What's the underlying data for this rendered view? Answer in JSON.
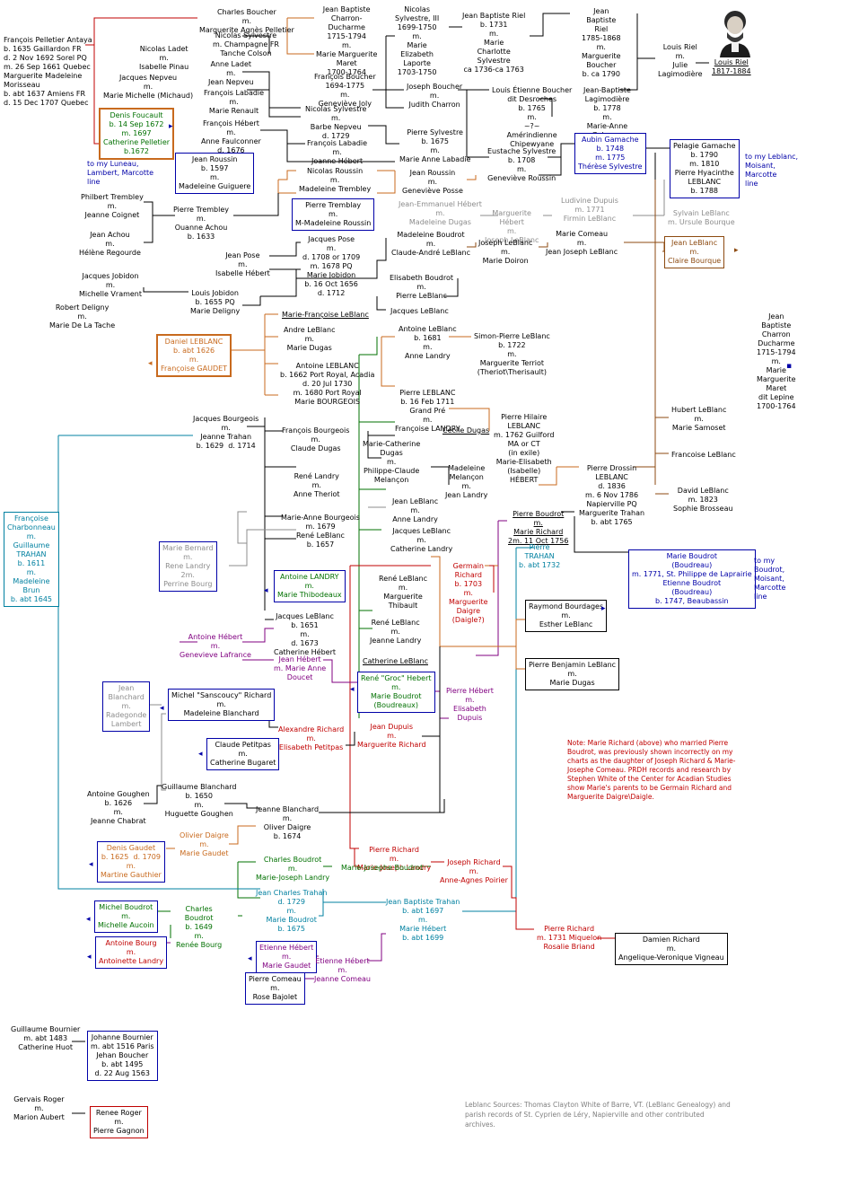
{
  "notes": {
    "richard_note": "Note: Marie Richard (above) who married Pierre Boudrot, was previously shown incorrectly on my charts as the daughter of Joseph Richard & Marie-Josephe Comeau. PRDH records and research by Stephen White of the Center for Acadian Studies show Marie's parents to be Germain Richard and Marguerite Daigre\\Daigle.",
    "sources": "Leblanc Sources: Thomas Clayton White of Barre, VT. (LeBlanc Genealogy) and parish records of St. Cyprien de Léry, Napierville and other contributed archives."
  },
  "colors": {
    "black": "#000000",
    "green": "#007000",
    "blue": "#0000a8",
    "teal": "#0080a0",
    "red": "#c00000",
    "orange": "#c86a1e",
    "purple": "#800080",
    "gray": "#8c8c8c",
    "brown": "#8c4a10"
  },
  "people": {
    "pelletier": "François Pelletier Antaya\nb. 1635 Gaillardon FR\nd. 2 Nov 1692 Sorel PQ\nm. 26 Sep 1661 Quebec\nMarguerite Madeleine\nMorisseau\nb. abt 1637 Amiens FR\nd. 15 Dec 1707 Quebec",
    "foucault": "Denis Foucault\nb. 14 Sep 1672\nm. 1697\nCatherine Pelletier\nb.1672",
    "charles_boucher": "Charles Boucher\nm.\nMarguerite Agnès Pelletier",
    "jb_charron": "Jean Baptiste\nCharron-\nDucharme\n1715-1794\nm.\nMarie Marguerite\nMaret\n1700-1764",
    "nicolas_sylvestre_iii": "Nicolas\nSylvestre, III\n1699-1750\nm.\nMarie\nElizabeth\nLaporte\n1703-1750",
    "jb_riel_1731": "Jean Baptiste Riel\nb. 1731\nm.\nMarie\nCharlotte\nSylvestre\nca 1736-ca 1763",
    "jb_riel_1785": "Jean\nBaptiste\nRiel\n1785-1868\nm.\nMarguerite\nBoucher\nb. ca 1790",
    "louis_riel_sr": "Louis Riel\nm.\nJulie\nLagimodière",
    "louis_riel": "Louis Riel\n1817-1884",
    "ns_champagne": "Nicolas Sylvestre\nm. Champagne FR\nTanche Colson",
    "nicolas_ladet": "Nicolas Ladet\nm.\nIsabelle Pinau",
    "anne_ladet": "Anne Ladet\nm.\nJean Nepveu",
    "francois_boucher": "François Boucher\n1694-1775\nm.\nGeneviève Joly",
    "joseph_boucher": "Joseph Boucher\nm.\nJudith Charron",
    "louis_etienne_boucher": "Louis Étienne Boucher\ndit Desroches\nb. 1765\nm.\n~?~\nAmérindienne\nChipewyane",
    "jb_lagimodiere": "Jean-Baptiste\nLagimodière\nb. 1778\nm.\nMarie-Anne\nGaboury",
    "jacques_nepveu": "Jacques Nepveu\nm.\nMarie Michelle (Michaud)",
    "francois_labadie": "François Labadie\nm.\nMarie Renault",
    "nicolas_sylvestre_barbe": "Nicolas Sylvestre\nm.\nBarbe Nepveu\nd. 1729",
    "francois_hebert": "François Hébert\nm.\nAnne Faulconner\nd. 1676",
    "francois_labadie2": "François Labadie\nm.\nJoanne Hébert",
    "pierre_sylvestre": "Pierre Sylvestre\nb. 1675\nm.\nMarie Anne Labadie",
    "eustache_sylvestre": "Eustache Sylvestre\nb. 1708\nm.\nGeneviève Roussin",
    "aubin_gamache": "Aubin Gamache\nb. 1748\nm. 1775\nThérèse Sylvestre",
    "pelagie_gamache": "Pelagie Gamache\nb. 1790\nm. 1810\nPierre Hyacinthe\nLEBLANC\nb. 1788",
    "my_leblanc": "to my Leblanc,\nMoisant,\nMarcotte\nline",
    "my_luneau": "to my Luneau,\nLambert, Marcotte\nline",
    "jean_roussin": "Jean Roussin\nb. 1597\nm.\nMadeleine Guiguere",
    "nicolas_roussin": "Nicolas Roussin\nm.\nMadeleine Trembley",
    "jean_roussin2": "Jean Roussin\nm.\nGeneviève Posse",
    "philbert_trembley": "Philbert Trembley\nm.\nJeanne Coignet",
    "pierre_trembley": "Pierre Trembley\nm.\nOuanne Achou\nb. 1633",
    "pierre_trembley2": "Pierre Tremblay\nm.\nM-Madeleine Roussin",
    "jean_achou": "Jean Achou\nm.\nHélène Regourde",
    "jean_emmanuel_hebert": "Jean-Emmanuel Hébert\nm.\nMadeleine Dugas",
    "marguerite_hebert": "Marguerite\nHébert\nm.\nJoseph LeBlanc",
    "ludivine_dupuis": "Ludivine Dupuis\nm. 1771\nFirmin LeBlanc",
    "sylvain_leblanc": "Sylvain LeBlanc\nm. Ursule Bourque",
    "jacques_pose": "Jacques Pose\nm.\nd. 1708 or 1709\nm. 1678 PQ\nMarie Jobidon\nb. 16 Oct 1656\nd. 1712",
    "madeleine_boudrot": "Madeleine Boudrot\nm.\nClaude-André LeBlanc",
    "joseph_leblanc": "Joseph LeBlanc\nm.\nMarie Doiron",
    "marie_comeau": "Marie Comeau\nm.\nJean Joseph LeBlanc",
    "jean_leblanc_claire": "Jean LeBlanc\nm.\nClaire Bourque",
    "jean_pose": "Jean Pose\nm.\nIsabelle Hébert",
    "jacques_jobidon": "Jacques Jobidon\nm.\nMichelle Vrament",
    "louis_jobidon": "Louis Jobidon\nb. 1655 PQ\nMarie Deligny",
    "robert_deligny": "Robert Deligny\nm.\nMarie De La Tache",
    "elisabeth_boudrot": "Elisabeth Boudrot\nm.\nPierre LeBlanc",
    "jacques_leblanc": "Jacques LeBlanc",
    "marie_francoise_leblanc": "Marie-Françoise LeBlanc",
    "andre_leblanc": "Andre LeBlanc\nm.\nMarie Dugas",
    "daniel_leblanc": "Daniel LEBLANC\nb. abt 1626\nm.\nFrançoise GAUDET",
    "antoine_leblanc": "Antoine LEBLANC\nb. 1662 Port Royal, Acadia\nd. 20 Jul 1730\nm. 1680 Port Royal\nMarie BOURGEOIS",
    "antoine_leblanc_1681": "Antoine LeBlanc\nb. 1681\nm.\nAnne Landry",
    "simon_pierre_leblanc": "Simon-Pierre LeBlanc\nb. 1722\nm.\nMarguerite Terriot\n(Theriot\\Therisault)",
    "pierre_leblanc_1711": "Pierre LEBLANC\nb. 16 Feb 1711\nGrand Pré\nm.\nFrançoise LANDRY",
    "pierre_hilaire": "Pierre Hilaire\nLEBLANC\nm. 1762 Guilford\nMA or CT\n(in exile)\nMarie-Elisabeth\n(Isabelle)\nHÉBERT",
    "jean_baptiste_charron_right": "Jean\nBaptiste\nCharron\nDucharme\n1715-1794\nm.\nMarie\nMarguerite\nMaret\ndit Lepine\n1700-1764",
    "hubert_leblanc": "Hubert LeBlanc\nm.\nMarie Samoset",
    "francoise_leblanc": "Francoise LeBlanc",
    "david_leblanc": "David LeBlanc\nm. 1823\nSophie Brosseau",
    "pierre_drossin": "Pierre Drossin\nLEBLANC\nd. 1836\nm. 6 Nov 1786\nNapierville PQ\nMarguerite Trahan\nb. abt 1765",
    "jacques_bourgeois": "Jacques Bourgeois\nm.\nJeanne Trahan\nb. 1629  d. 1714",
    "francois_bourgeois": "François Bourgeois\nm.\nClaude Dugas",
    "cecile_dugas": "Cécile Dugas",
    "marie_catherine_dugas": "Marie-Catherine\nDugas\nm.\nPhilippe-Claude\nMelançon",
    "madeleine_melancon": "Madeleine\nMelançon\nm.\nJean Landry",
    "francoise_charbonneau": "Françoise\nCharbonneau\nm.\nGuillaume\nTRAHAN\nb. 1611\nm.\nMadeleine\nBrun\nb. abt 1645",
    "rene_landry": "René Landry\nm.\nAnne Theriot",
    "jean_leblanc_anne": "Jean LeBlanc\nm.\nAnne Landry",
    "marie_anne_bourgeois": "Marie-Anne Bourgeois\nm. 1679\nRené LeBlanc\nb. 1657",
    "jacques_leblanc_catherine": "Jacques LeBlanc\nm.\nCatherine Landry",
    "pierre_boudrot": "Pierre Boudrot\nm.\nMarie Richard\n2m. 11 Oct 1756",
    "pierre_trahan": "Pierre\nTRAHAN\nb. abt 1732",
    "marie_boudrot_right": "Marie Boudrot\n(Boudreau)\nm. 1771, St. Philippe de Laprairie\nEtienne Boudrot\n(Boudreau)\nb. 1747, Beaubassin",
    "my_boudrot": "to my\nBoudrot,\nMoisant,\nMarcotte\nline",
    "marie_bernard": "Marie Bernard\nm.\nRene Landry\n2m.\nPerrine Bourg",
    "antoine_landry": "Antoine LANDRY\nm.\nMarie Thibodeaux",
    "rene_leblanc_thibault": "René LeBlanc\nm.\nMarguerite\nThibault",
    "germain_richard": "Germain\nRichard\nb. 1703\nm.\nMarguerite\nDaigre\n(Daigle?)",
    "raymond_bourdages": "Raymond Bourdages\nm.\nEsther LeBlanc",
    "jacques_leblanc_1651": "Jacques LeBlanc\nb. 1651\nm.\nd. 1673\nCatherine Hébert",
    "rene_leblanc_jeanne": "René LeBlanc\nm.\nJeanne Landry",
    "catherine_leblanc": "Catherine LeBlanc",
    "pierre_benjamin": "Pierre Benjamin LeBlanc\nm.\nMarie Dugas",
    "antoine_hebert": "Antoine Hébert\nm.\nGenevieve Lafrance",
    "jean_hebert": "Jean Hébert\nm. Marie Anne\nDoucet",
    "rene_groc_hebert": "René \"Groc\" Hebert\nm.\nMarie Boudrot\n(Boudreaux)",
    "pierre_hebert": "Pierre Hébert\nm.\nElisabeth\nDupuis",
    "jean_blanchard": "Jean\nBlanchard\nm.\nRadegonde\nLambert",
    "michel_richard": "Michel \"Sanscoucy\" Richard\nm.\nMadeleine Blanchard",
    "alexandre_richard": "Alexandre Richard\nm.\nElisabeth Petitpas",
    "jean_dupuis": "Jean Dupuis\nm.\nMarguerite Richard",
    "claude_petitpas": "Claude Petitpas\nm.\nCatherine Bugaret",
    "guillaume_blanchard": "Guillaume Blanchard\nb. 1650\nm.\nHuguette Goughen",
    "antoine_goughen": "Antoine Goughen\nb. 1626\nm.\nJeanne Chabrat",
    "jeanne_blanchard": "Jeanne Blanchard\nm.\nOliver Daigre\nb. 1674",
    "denis_gaudet": "Denis Gaudet\nb. 1625  d. 1709\nm.\nMartine Gauthier",
    "olivier_daigre": "Olivier Daigre\nm.\nMarie Gaudet",
    "pierre_richard": "Pierre Richard\nm.\nMarie-Joseph Landry",
    "charles_boudrot": "Charles Boudrot\nm.\nMarie-Joseph Landry",
    "joseph_richard": "Joseph Richard\nm.\nAnne-Agnes Poirier",
    "marie_josephe_boudrot": "Marie-Josephe Boudrot",
    "jean_charles_trahan": "Jean Charles Trahan\nd. 1729\nm.\nMarie Boudrot\nb. 1675",
    "jb_trahan": "Jean Baptiste Trahan\nb. abt 1697\nm.\nMarie Hébert\nb. abt 1699",
    "michel_boudrot": "Michel Boudrot\nm.\nMichelle Aucoin",
    "charles_boudrot_1649": "Charles\nBoudrot\nb. 1649\nm.\nRenée Bourg",
    "antoine_bourg": "Antoine Bourg\nm.\nAntoinette Landry",
    "etienne_hebert": "Etienne Hébert\nm.\nMarie Gaudet",
    "etienne_hebert2": "Etienne Hébert\nm.\nJeanne Comeau",
    "pierre_comeau": "Pierre Comeau\nm.\nRose Bajolet",
    "pierre_richard_1731": "Pierre Richard\nm. 1731 Miquelon\nRosalie Briand",
    "damien_richard": "Damien Richard\nm.\nAngelique-Veronique Vigneau",
    "guillaume_bournier": "Guillaume Bournier\nm. abt 1483\nCatherine Huot",
    "johanne_bournier": "Johanne Bournier\nm. abt 1516 Paris\nJehan Boucher\nb. abt 1495\nd. 22 Aug 1563",
    "gervais_roger": "Gervais Roger\nm.\nMarion Aubert",
    "renee_roger": "Renee Roger\nm.\nPierre Gagnon"
  }
}
